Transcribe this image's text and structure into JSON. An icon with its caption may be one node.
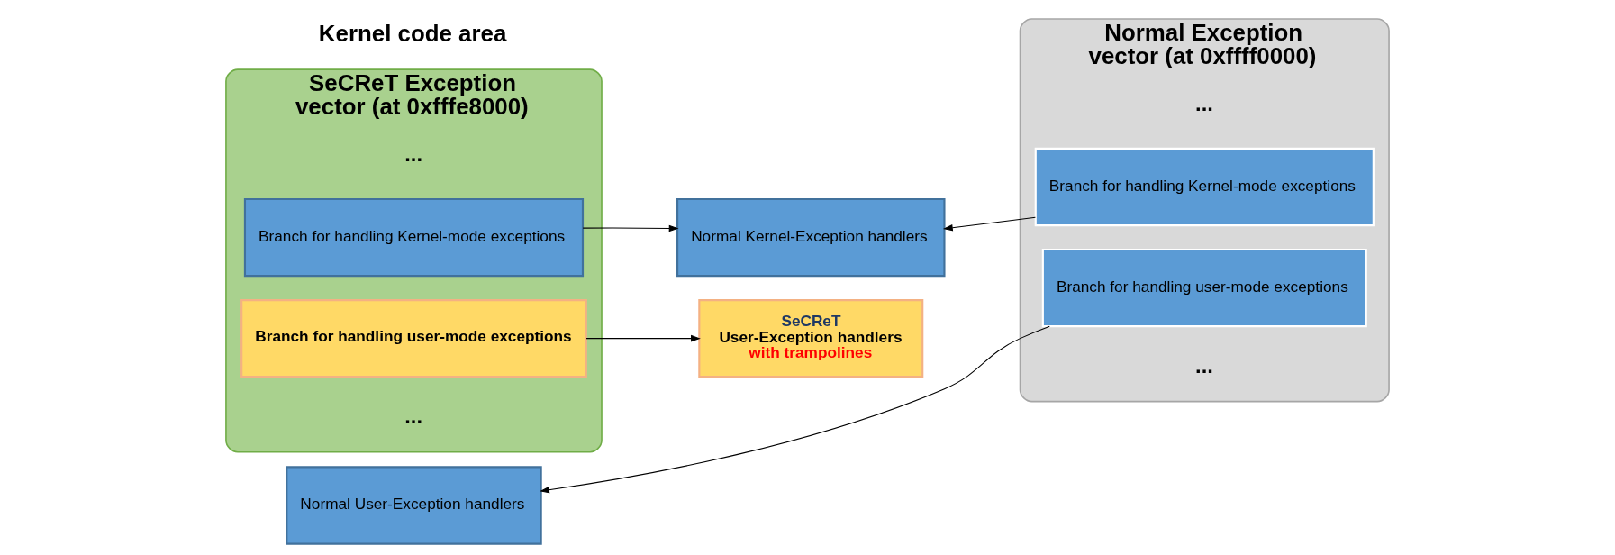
{
  "diagram": {
    "nodes": [
      {
        "text": [
          "SeCReT Exception vector (at 0xfffe8000)"
        ]
      },
      {
        "text": [
          "Branch for handling Kernel-mode exceptions"
        ],
        "in": 0
      },
      {
        "text": [
          "Branch for handling user-mode exceptions"
        ],
        "in": 0
      },
      {
        "text": [
          "Normal Kernel-Exception handlers"
        ]
      },
      {
        "text": [
          "Normal User-Exception handlers"
        ]
      },
      {
        "text": [
          "SeCReT",
          "User-Exception handlers",
          "with trampolines"
        ]
      },
      {
        "text": [
          "Normal Exception vector (at 0xffff0000)"
        ]
      },
      {
        "text": [
          "Branch for handling Kernel-mode exceptions"
        ],
        "in": 6
      },
      {
        "text": [
          "Branch for handling user-mode exceptions"
        ],
        "in": 6
      }
    ],
    "edges": [
      {
        "from": 1,
        "to": 3,
        "arrow": "to"
      },
      {
        "from": 7,
        "to": 3,
        "arrow": "to"
      },
      {
        "from": 8,
        "to": 4,
        "arrow": "to"
      },
      {
        "from": 2,
        "to": 5,
        "arrow": "to"
      }
    ],
    "labels": [
      "Kernel code area",
      "...",
      "...",
      "...",
      "..."
    ]
  }
}
